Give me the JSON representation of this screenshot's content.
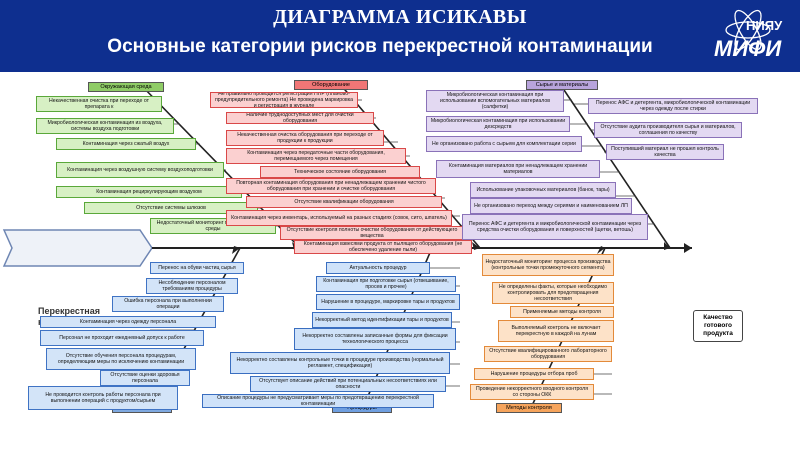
{
  "header": {
    "title": "ДИАГРАММА ИСИКАВЫ",
    "subtitle": "Основные категории рисков перекрестной контаминации",
    "logo_top": "НИЯУ",
    "logo_main": "МИФИ"
  },
  "diagram": {
    "problem": "Перекрестная контаминация",
    "result": "Качество готового продукта",
    "categories": {
      "environment": "Окружающая среда",
      "equipment": "Оборудование",
      "materials": "Сырье и материалы",
      "personnel": "Персонал",
      "procedures": "Процедуры",
      "methods": "Методы контроля"
    },
    "environment": [
      "Некачественная очистка при переходе от препарата к",
      "Микробиологическая контаминация из воздуха, системы воздуха подготовки",
      "Контаминация через сжатый воздух",
      "Контаминация через воздушную систему воздухоподготовки",
      "Контаминация рециркулирующим воздухом",
      "Отсутствие системы шлюзов",
      "Недостаточный мониторинг производственной среды"
    ],
    "equipment": [
      "Не правильно проводится регистрация ППР (планово-предупредительного ремонта) Не проведена маркировка и регистрация в журнале",
      "Наличие труднодоступных мест для очистки оборудования",
      "Некачественная очистка оборудования при переходе от продукции к продукции",
      "Контаминация через передаточные части оборудования, перемещаемого через помещения",
      "Техническое состояние оборудования",
      "Повторная контаминация оборудования при ненадлежащем хранении чистого оборудования при хранении и очистке оборудования",
      "Отсутствие квалификации оборудования",
      "Контаминация через инвентарь, используемый на разных стадиях (совок, сито, шпатель)",
      "Отсутствие контроля полноты очистки оборудования от действующего вещества",
      "Контаминация взвесями продукта от пылящего оборудования (не обеспечено удаление пыли)"
    ],
    "materials_left": [
      "Микробиологическая контаминация при использовании вспомогательных материалов (салфетки)",
      "Микробиологическая контаминация при использовании дезсредств",
      "Не организовано работа с сырьем для комплектации серии",
      "Контаминация материалов при ненадлежащем хранении материалов",
      "Использование упаковочных материалов (банок, тары)",
      "Не организовано переход между сериями и наименованием ЛП",
      "Перенос АФС и детергента и микробиологической контаминации через средства очистки оборудования и поверхностей (щетки, ветошь)"
    ],
    "materials_right": [
      "Перенос АФС и детергента, микробиологической контаминации через одежду после стирки",
      "Отсутствие аудита производителя сырья и материалов, соглашения по качеству",
      "Поступивший материал не прошел контроль качества"
    ],
    "personnel": [
      "Перенос на обуви частиц сырья",
      "Несоблюдение персоналом требованиям процедуры",
      "Ошибка персонала при выполнении операции",
      "Контаминация через одежду персонала",
      "Персонал не проходит ежедневный допуск к работе",
      "Отсутствие обучения персонала процедурам, определяющим меры по исключению контаминации",
      "Отсутствие оценки здоровья персонала",
      "Не проводится контроль работы персонала при выполнении операций с продуктом/сырьем"
    ],
    "procedures": [
      "Актуальность процедур",
      "Контаминация при подготовке сырья (отвешивание, просев и прочее)",
      "Нарушение в процедуре, маркировке тары и продуктов",
      "Некорректный метод идентификации тары и продуктов",
      "Некорректно составлены записанные формы для фиксации технологического процесса",
      "Некорректно составлены контрольные точки в процедуре производства (нормальный регламент, спецификация)",
      "Отсутствует описание действий при потенциальных несоответствиях или опасности",
      "Описание процедуры не предусматривает меры по предотвращению перекрестной контаминации"
    ],
    "methods": [
      "Недостаточный мониторинг процесса производства (контрольные точки промежуточного сегмента)",
      "Не определены факты, которые необходимо контролировать для предотвращения несоответствия",
      "Применяемые методы контроля",
      "Выполняемый контроль не включает перекрестную в каждой на лунам",
      "Отсутствие квалифицированного лабораторного оборудования",
      "Нарушение процедуры отбора проб",
      "Проведение некорректного входного контроля со стороны ОКК"
    ]
  }
}
